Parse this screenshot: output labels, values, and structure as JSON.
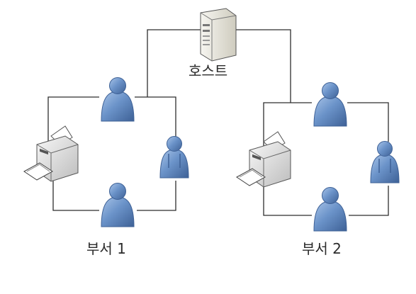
{
  "host": {
    "label": "호스트",
    "icon": "server-icon"
  },
  "departments": [
    {
      "label": "부서 1",
      "members_icon": "user-icon",
      "device_icon": "printer-icon"
    },
    {
      "label": "부서 2",
      "members_icon": "user-icon",
      "device_icon": "printer-icon"
    }
  ],
  "colors": {
    "line": "#2e2e2e",
    "user_fill": "#6b93c9",
    "user_stroke": "#3e6196",
    "server_body": "#eae8df",
    "printer_body": "#e4e4e4"
  }
}
